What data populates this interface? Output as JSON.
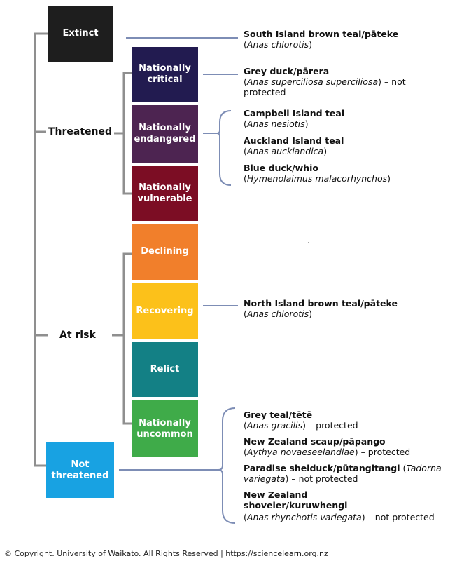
{
  "categories": [
    {
      "label": "Extinct",
      "color": "#1e1e1e"
    },
    {
      "label": "Nationally critical",
      "color": "#221b50"
    },
    {
      "label": "Nationally endangered",
      "color": "#4d2451"
    },
    {
      "label": "Nationally vulnerable",
      "color": "#7c0d24"
    },
    {
      "label": "Declining",
      "color": "#f17f2b"
    },
    {
      "label": "Recovering",
      "color": "#fcc11a"
    },
    {
      "label": "Relict",
      "color": "#138085"
    },
    {
      "label": "Nationally uncommon",
      "color": "#3fab49"
    },
    {
      "label": "Not threatened",
      "color": "#18a2e2"
    }
  ],
  "groups": {
    "threatened": "Threatened",
    "at_risk": "At risk"
  },
  "species": [
    {
      "common": "South Island brown teal/pāteke",
      "scientific": "Anas chlorotis",
      "after": ")",
      "status": ""
    },
    {
      "common": "Grey duck/pārera",
      "scientific": "Anas superciliosa  superciliosa",
      "after": ") – not",
      "status": "protected"
    },
    {
      "common": "Campbell Island teal",
      "scientific": "Anas nesiotis",
      "after": ")",
      "status": ""
    },
    {
      "common": "Auckland Island teal",
      "scientific": "Anas aucklandica",
      "after": ")",
      "status": ""
    },
    {
      "common": "Blue duck/whio",
      "scientific": "Hymenolaimus malacorhynchos",
      "after": ")",
      "status": ""
    },
    {
      "common": "North Island brown teal/pāteke",
      "scientific": "Anas chlorotis",
      "after": ")",
      "status": ""
    },
    {
      "common": "Grey teal/tētē",
      "scientific": "Anas gracilis",
      "after": ") – protected",
      "status": ""
    },
    {
      "common": "New Zealand scaup/pāpango",
      "scientific": "Aythya novaeseelandiae",
      "after": ") – protected",
      "status": ""
    },
    {
      "common": "New Zealand shoveler/kuruwhengi",
      "scientific": "Anas rhynchotis variegata",
      "after": ") – not protected",
      "status": ""
    }
  ],
  "paradise": {
    "common": "Paradise shelduck/pūtangitangi",
    "scientific_a": "Tadorna",
    "scientific_b": "variegata",
    "after": ") – not protected"
  },
  "footer": "© Copyright. University of Waikato. All Rights Reserved | https://sciencelearn.org.nz",
  "colors": {
    "connector": "#7d8db5",
    "tree": "#8f8f8f"
  }
}
